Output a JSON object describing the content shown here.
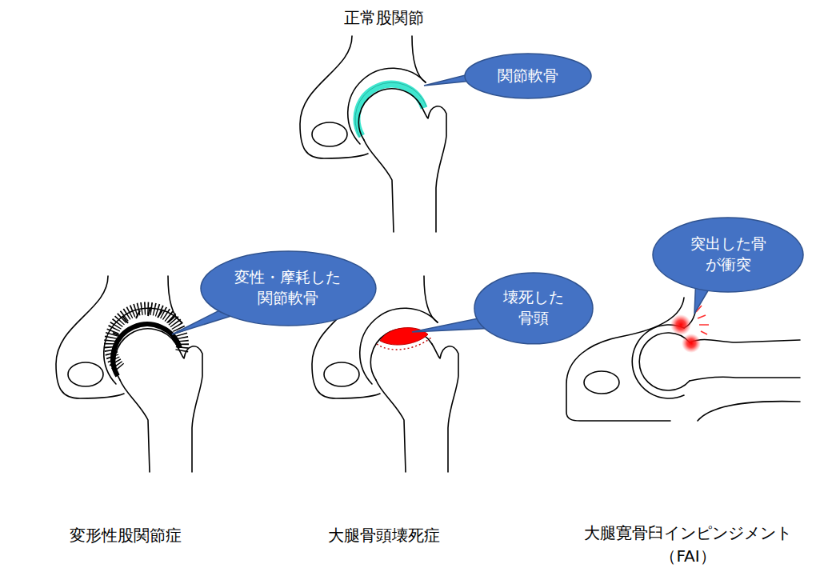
{
  "diagram": {
    "nodes": [
      {
        "text": [
          "関節軟骨"
        ]
      },
      {
        "text": [
          "変性・摩耗した 関節軟骨"
        ]
      },
      {
        "text": [
          "壊死した 骨頭"
        ]
      },
      {
        "text": [
          "突出した骨 が衝突"
        ]
      }
    ],
    "labels": [
      "正常股関節",
      "変形性股関節症",
      "大腿骨頭壊死症",
      "大腿寛骨臼インピンジメント （FAI）"
    ]
  }
}
